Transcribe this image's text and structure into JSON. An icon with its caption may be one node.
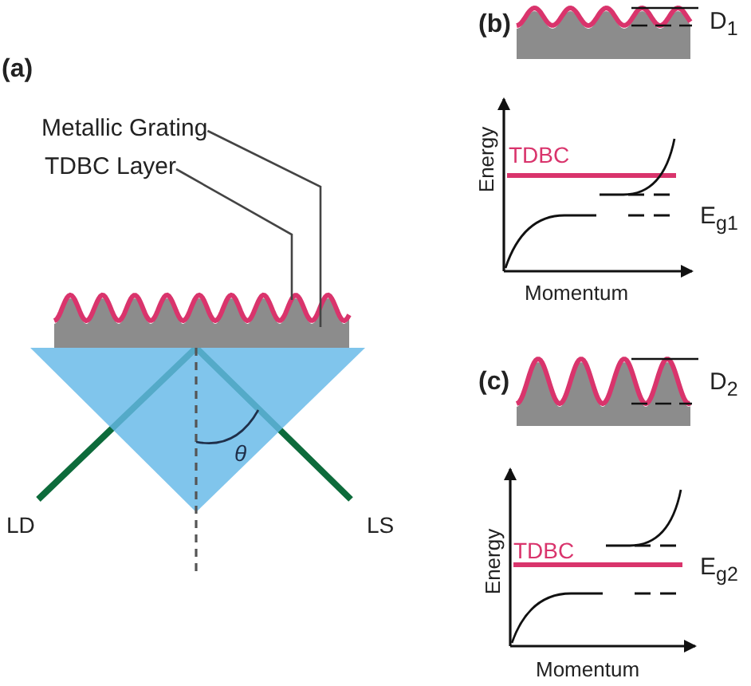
{
  "diagram": {
    "nodes": [
      {
        "text": [
          "Metallic Grating"
        ]
      },
      {
        "text": [
          "TDBC Layer"
        ]
      },
      {
        "text": [],
        "shape": "box"
      },
      {
        "text": [],
        "shape": "line"
      }
    ],
    "edges": [
      {
        "from": 0,
        "to": 2,
        "arrow": "none"
      },
      {
        "from": 1,
        "to": 3,
        "arrow": "none"
      }
    ],
    "labels": [
      "(a)",
      "LD",
      "LS",
      "θ",
      "(b)",
      "D$_{1}$",
      "Energy",
      "TDBC",
      "E$_{g1}$",
      "Momentum",
      "(c)",
      "D$_{2}$",
      "Energy",
      "TDBC",
      "E$_{g2}$",
      "Momentum"
    ]
  }
}
